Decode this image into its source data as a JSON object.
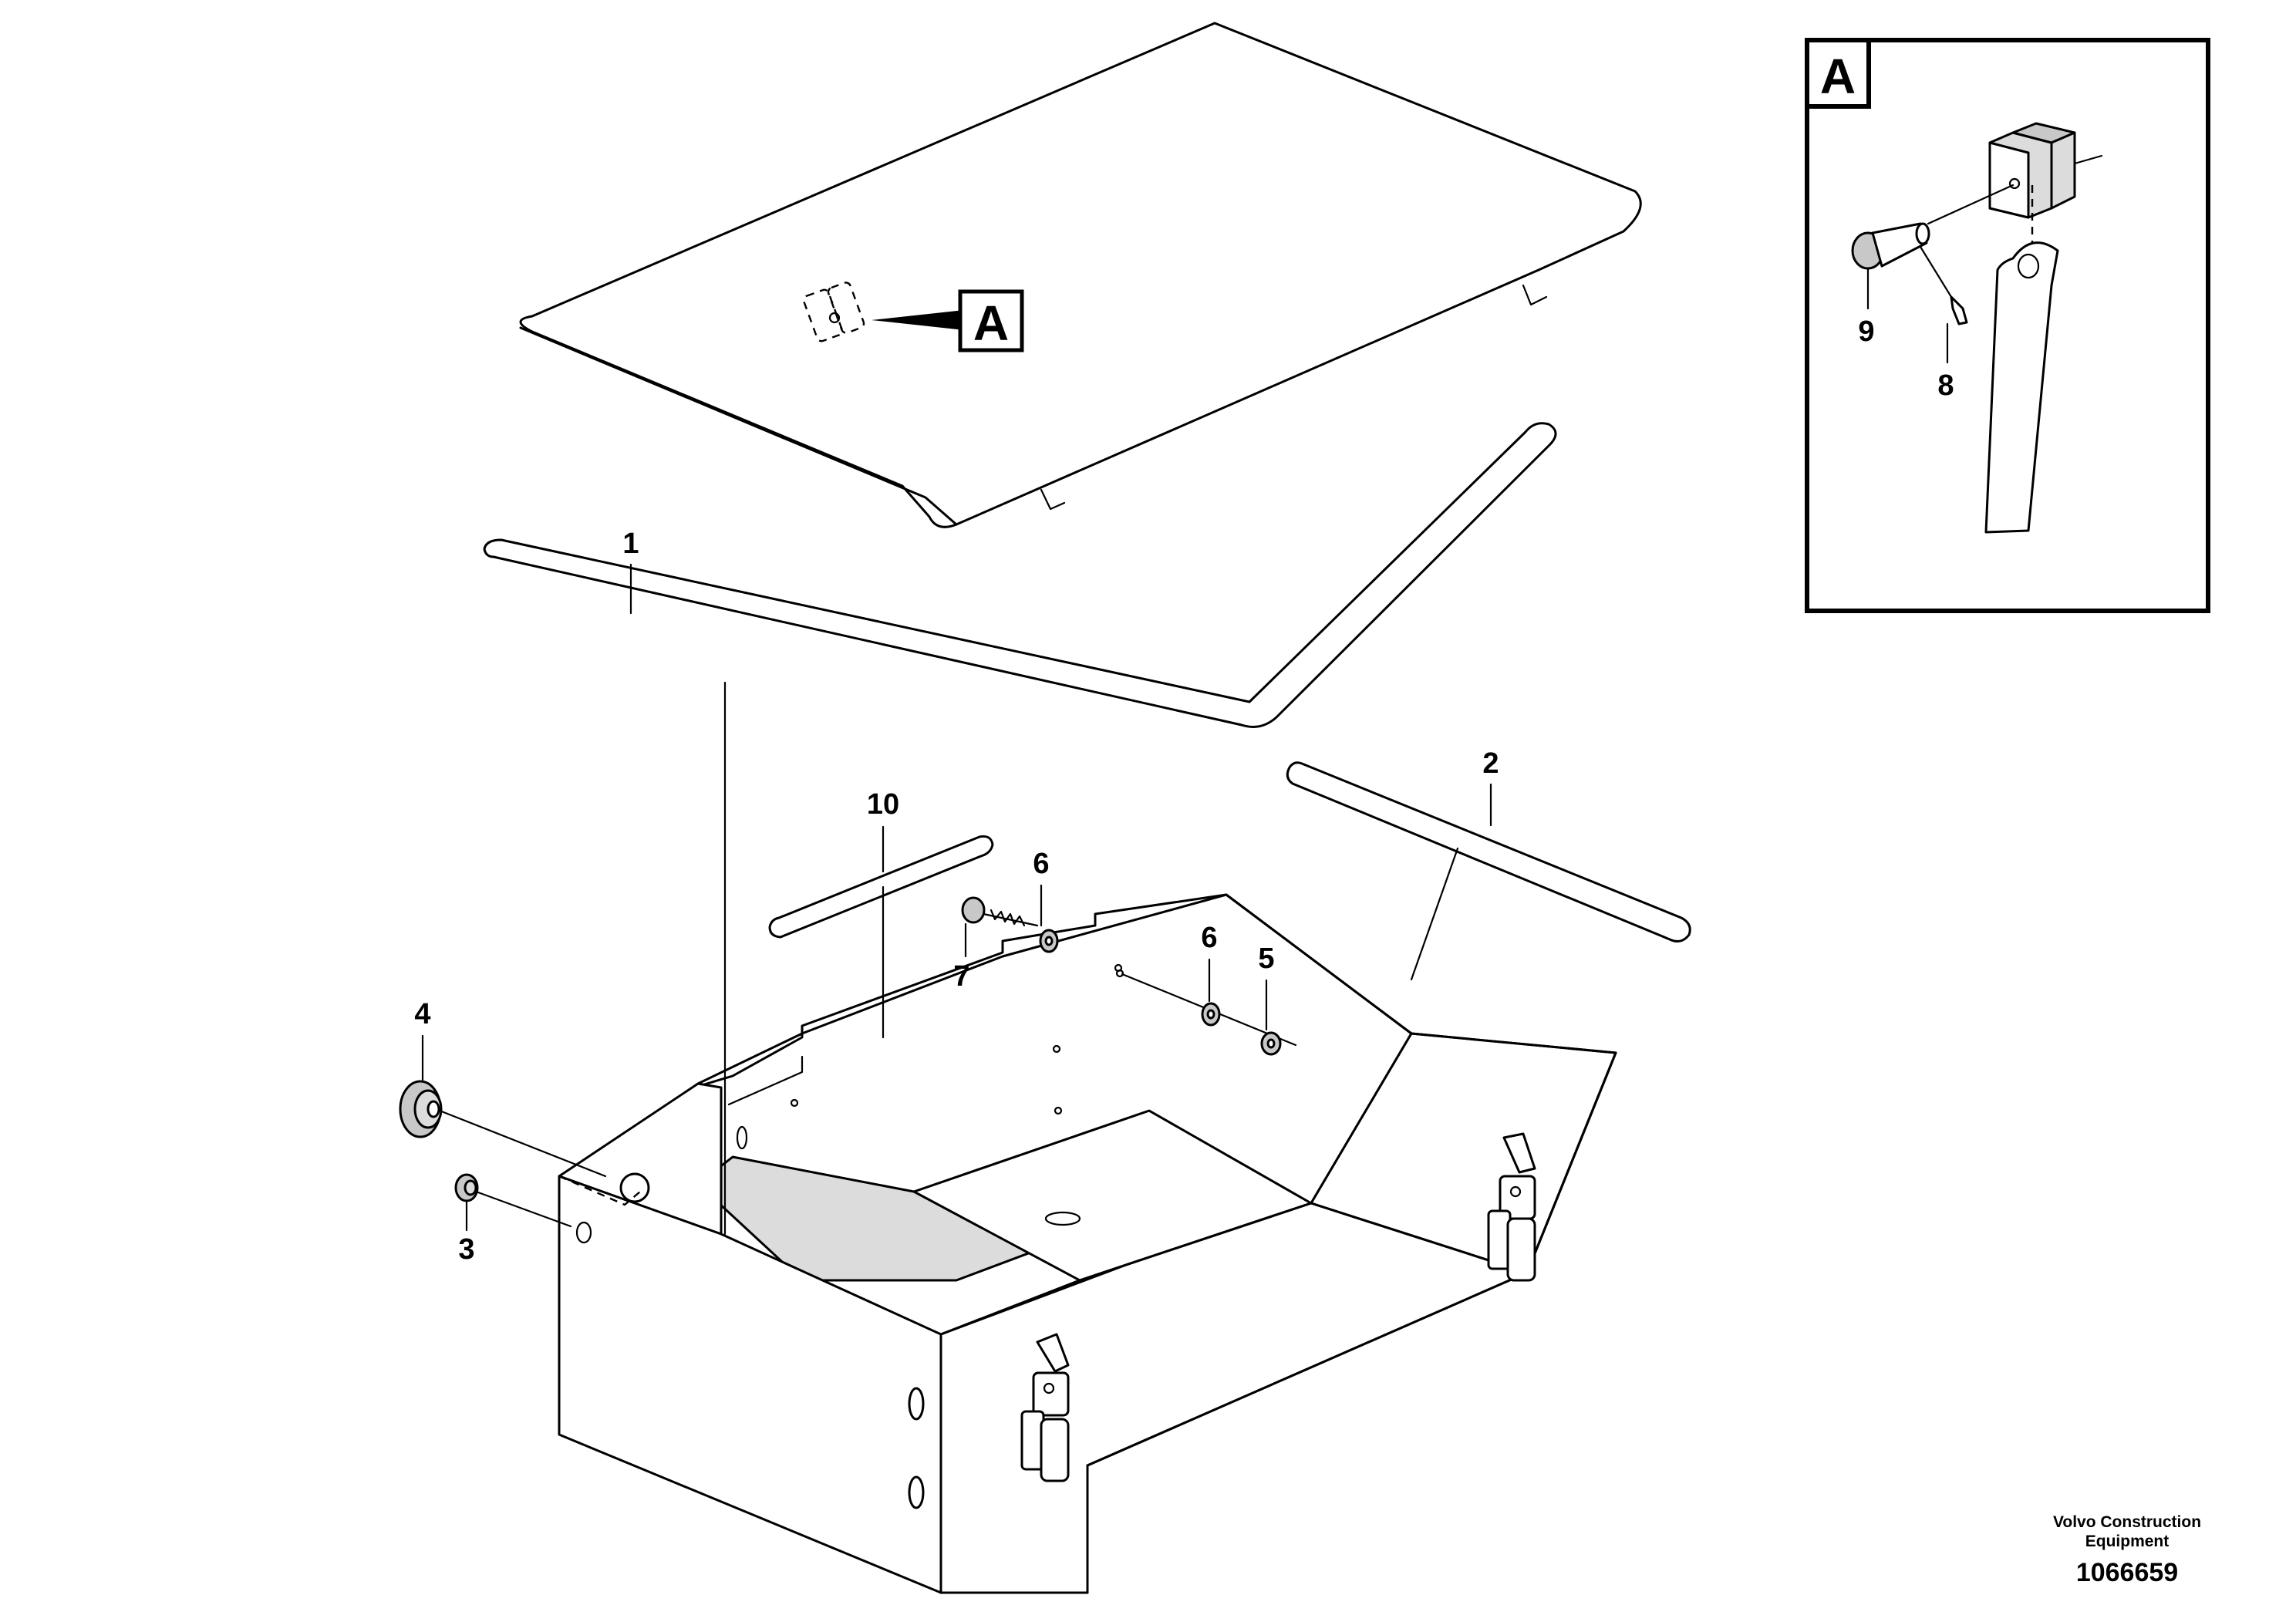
{
  "callouts": [
    "1",
    "2",
    "3",
    "4",
    "5",
    "6",
    "7",
    "8",
    "9",
    "10"
  ],
  "detail": {
    "ref_label": "A"
  },
  "footer": {
    "brand": "Volvo Construction Equipment",
    "brand_line1": "Volvo Construction",
    "brand_line2": "Equipment",
    "doc_number": "1066659"
  }
}
